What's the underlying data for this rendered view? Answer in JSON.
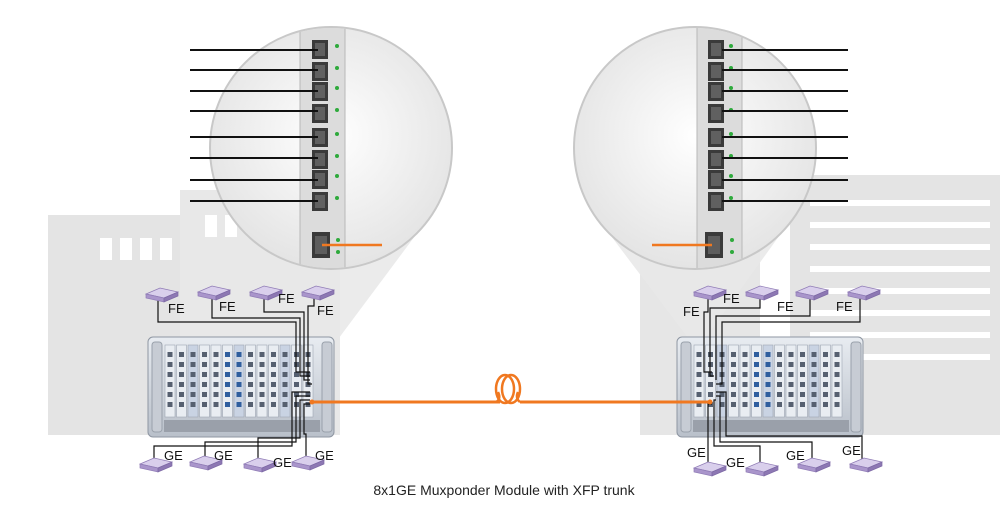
{
  "caption": "8x1GE Muxponder Module with XFP trunk",
  "left_site": {
    "fe_labels": [
      "FE",
      "FE",
      "FE",
      "FE"
    ],
    "ge_labels": [
      "GE",
      "GE",
      "GE",
      "GE"
    ]
  },
  "right_site": {
    "fe_labels": [
      "FE",
      "FE",
      "FE",
      "FE"
    ],
    "ge_labels": [
      "GE",
      "GE",
      "GE",
      "GE"
    ]
  },
  "colors": {
    "fiber": "#f07820",
    "building": "#e2e2e2",
    "switch": "#b9a6d6",
    "chassis": "#d6dbe3"
  }
}
